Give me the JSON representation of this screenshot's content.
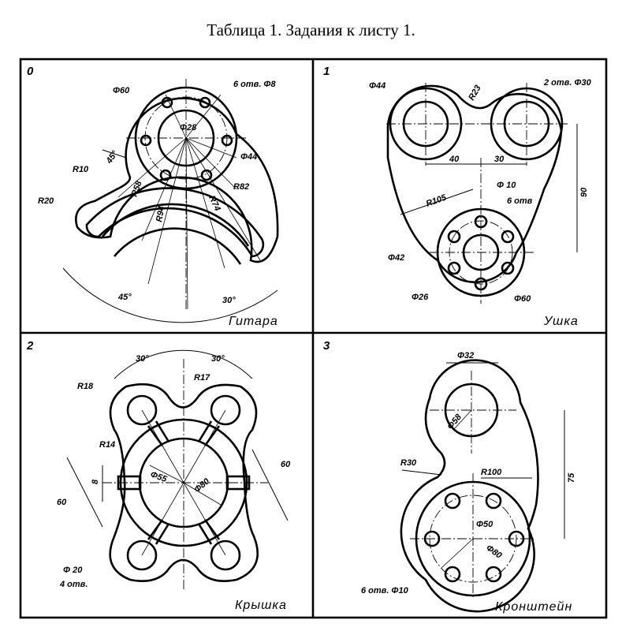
{
  "title": "Таблица 1. Задания к листу 1.",
  "panels": [
    {
      "number": "0",
      "caption": "Гитара",
      "labels": [
        "Φ60",
        "6 отв. Φ8",
        "Φ28",
        "Φ44",
        "45°",
        "R10",
        "R58",
        "R94",
        "R74",
        "R82",
        "R20",
        "45°",
        "30°"
      ]
    },
    {
      "number": "1",
      "caption": "Ушка",
      "labels": [
        "Φ44",
        "R23",
        "2 отв. Φ30",
        "40",
        "30",
        "Φ 10",
        "6 отв",
        "R105",
        "90",
        "Φ42",
        "Φ26",
        "Φ60"
      ]
    },
    {
      "number": "2",
      "caption": "Крышка",
      "labels": [
        "30°",
        "30°",
        "R18",
        "R17",
        "R14",
        "8",
        "Φ55",
        "Φ80",
        "60",
        "60",
        "Φ 20",
        "4 отв."
      ]
    },
    {
      "number": "3",
      "caption": "Кронштейн",
      "labels": [
        "Φ32",
        "Φ58",
        "R30",
        "R100",
        "75",
        "Φ50",
        "Φ80",
        "6 отв. Φ10"
      ]
    }
  ]
}
